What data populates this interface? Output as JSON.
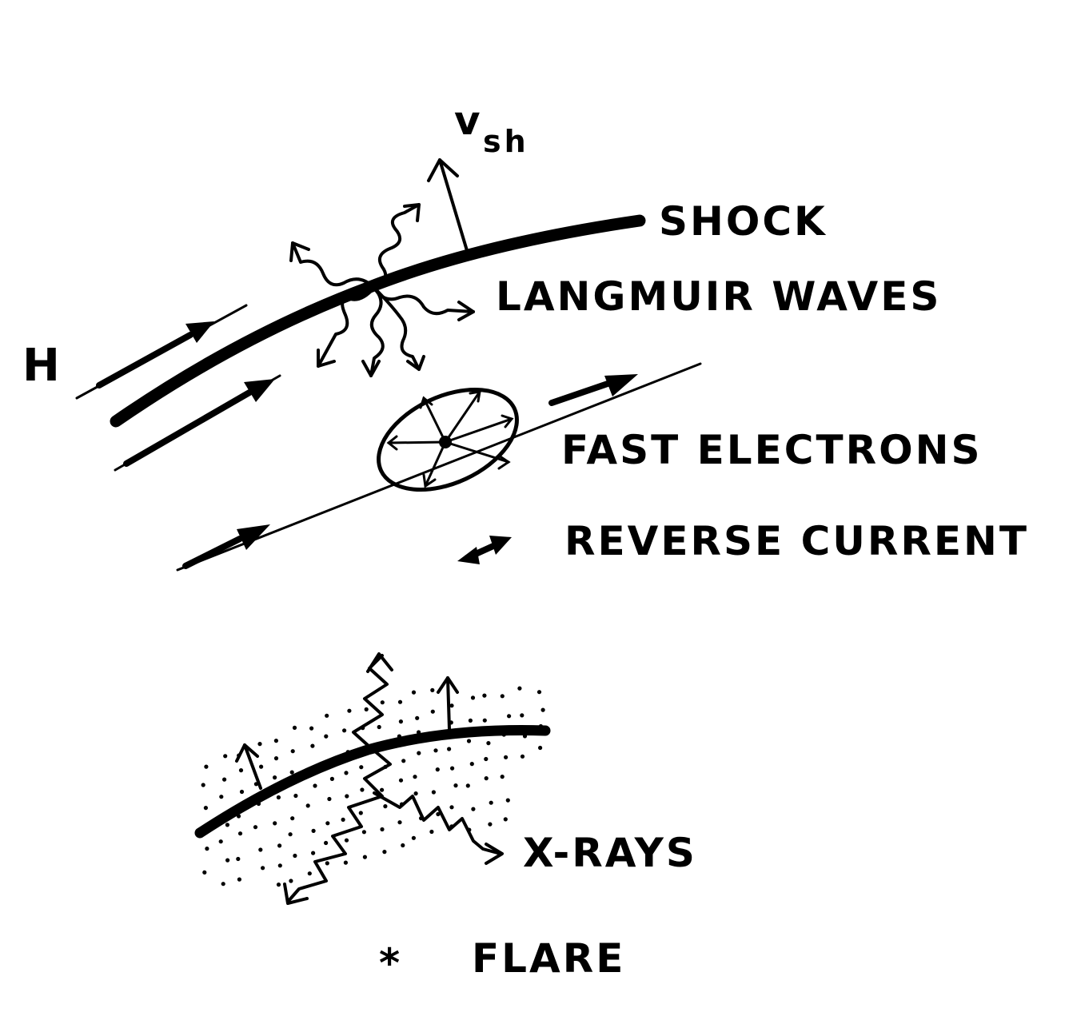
{
  "labels": {
    "v": "v",
    "v_sub": "sh",
    "shock": "SHOCK",
    "langmuir": "LANGMUIR WAVES",
    "h": "H",
    "fast_electrons": "FAST ELECTRONS",
    "reverse_current": "REVERSE CURRENT",
    "xrays": "X-RAYS",
    "flare": "FLARE",
    "flare_symbol": "*"
  },
  "colors": {
    "ink": "#000000",
    "background": "#ffffff"
  }
}
